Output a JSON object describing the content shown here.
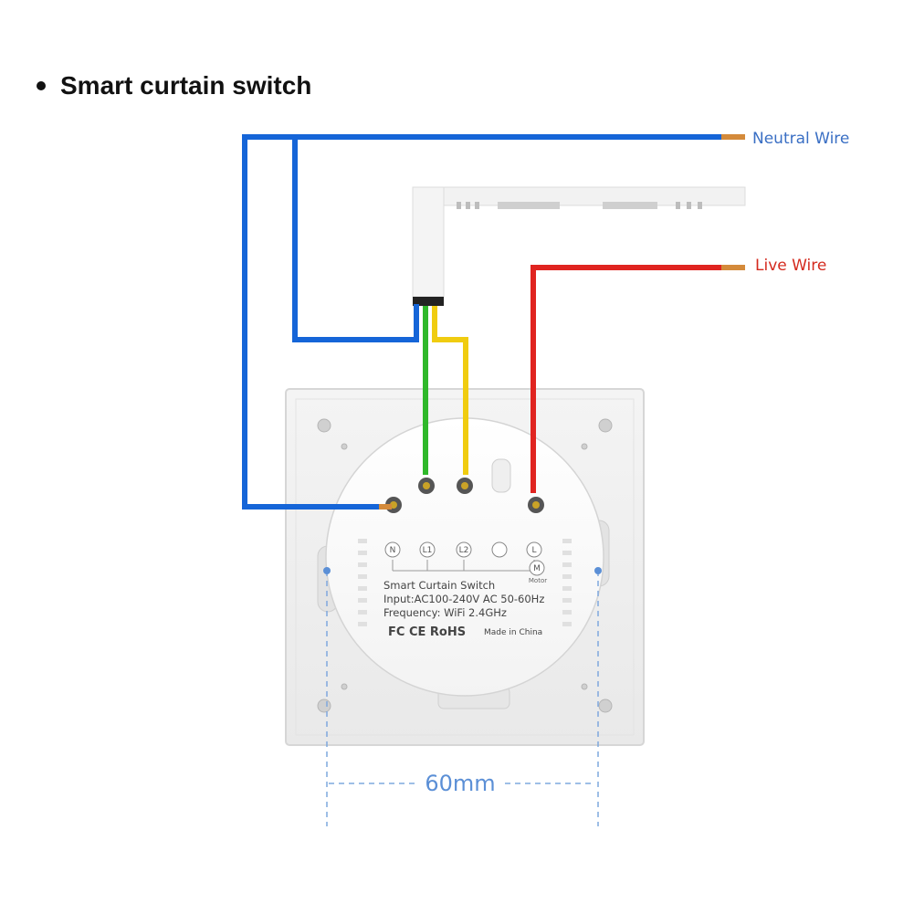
{
  "heading": {
    "text": "Smart curtain switch"
  },
  "labels": {
    "neutral": "Neutral Wire",
    "live": "Live Wire"
  },
  "label_colors": {
    "neutral": "#3a6fc4",
    "live": "#d42a1e"
  },
  "wire_colors": {
    "neutral": "#1565d8",
    "live": "#e02420",
    "l1": "#2fb82a",
    "l2": "#f0cc10"
  },
  "module": {
    "terminals": [
      "N",
      "L1",
      "L2",
      "",
      "L"
    ],
    "motor_symbol": "M",
    "motor_label": "Motor",
    "title": "Smart Curtain Switch",
    "input": "Input:AC100-240V AC 50-60Hz",
    "frequency": "Frequency: WiFi 2.4GHz",
    "marks": "FC CE RoHS",
    "origin": "Made in China"
  },
  "dimension": {
    "text": "60mm"
  },
  "icons": [
    "bullet-icon",
    "motor-icon",
    "screw-icon"
  ]
}
